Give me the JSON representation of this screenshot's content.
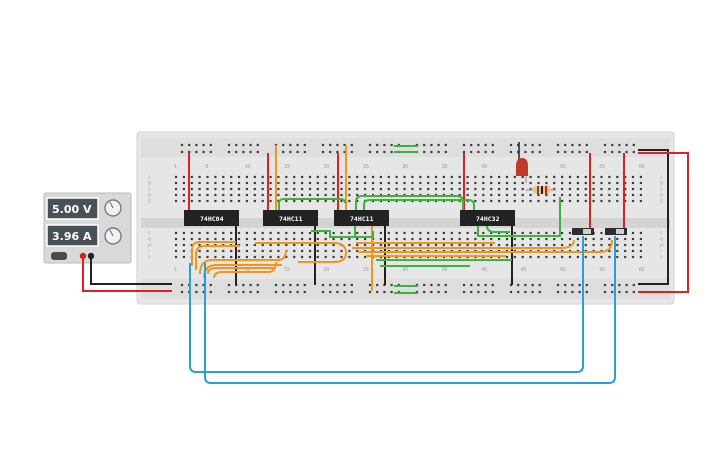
{
  "power_supply": {
    "voltage": "5.00 V",
    "current": "3.96 A",
    "voltage_knob_icon": "knob-icon",
    "current_knob_icon": "knob-icon"
  },
  "chips": [
    {
      "label": "74HC04"
    },
    {
      "label": "74HC11"
    },
    {
      "label": "74HC11"
    },
    {
      "label": "74HC32"
    }
  ],
  "breadboard": {
    "column_numbers": [
      "1",
      "5",
      "10",
      "15",
      "20",
      "25",
      "30",
      "35",
      "40",
      "45",
      "50",
      "55",
      "60"
    ],
    "row_letters_top": [
      "A",
      "B",
      "C",
      "D",
      "E"
    ],
    "row_letters_bottom": [
      "F",
      "G",
      "H",
      "I",
      "J"
    ]
  },
  "components": {
    "led_color": "#c0392b",
    "wire_colors": {
      "red": "#e02020",
      "black": "#222222",
      "orange": "#f0961e",
      "green": "#3cb43c",
      "blue": "#2a9fd6"
    }
  }
}
